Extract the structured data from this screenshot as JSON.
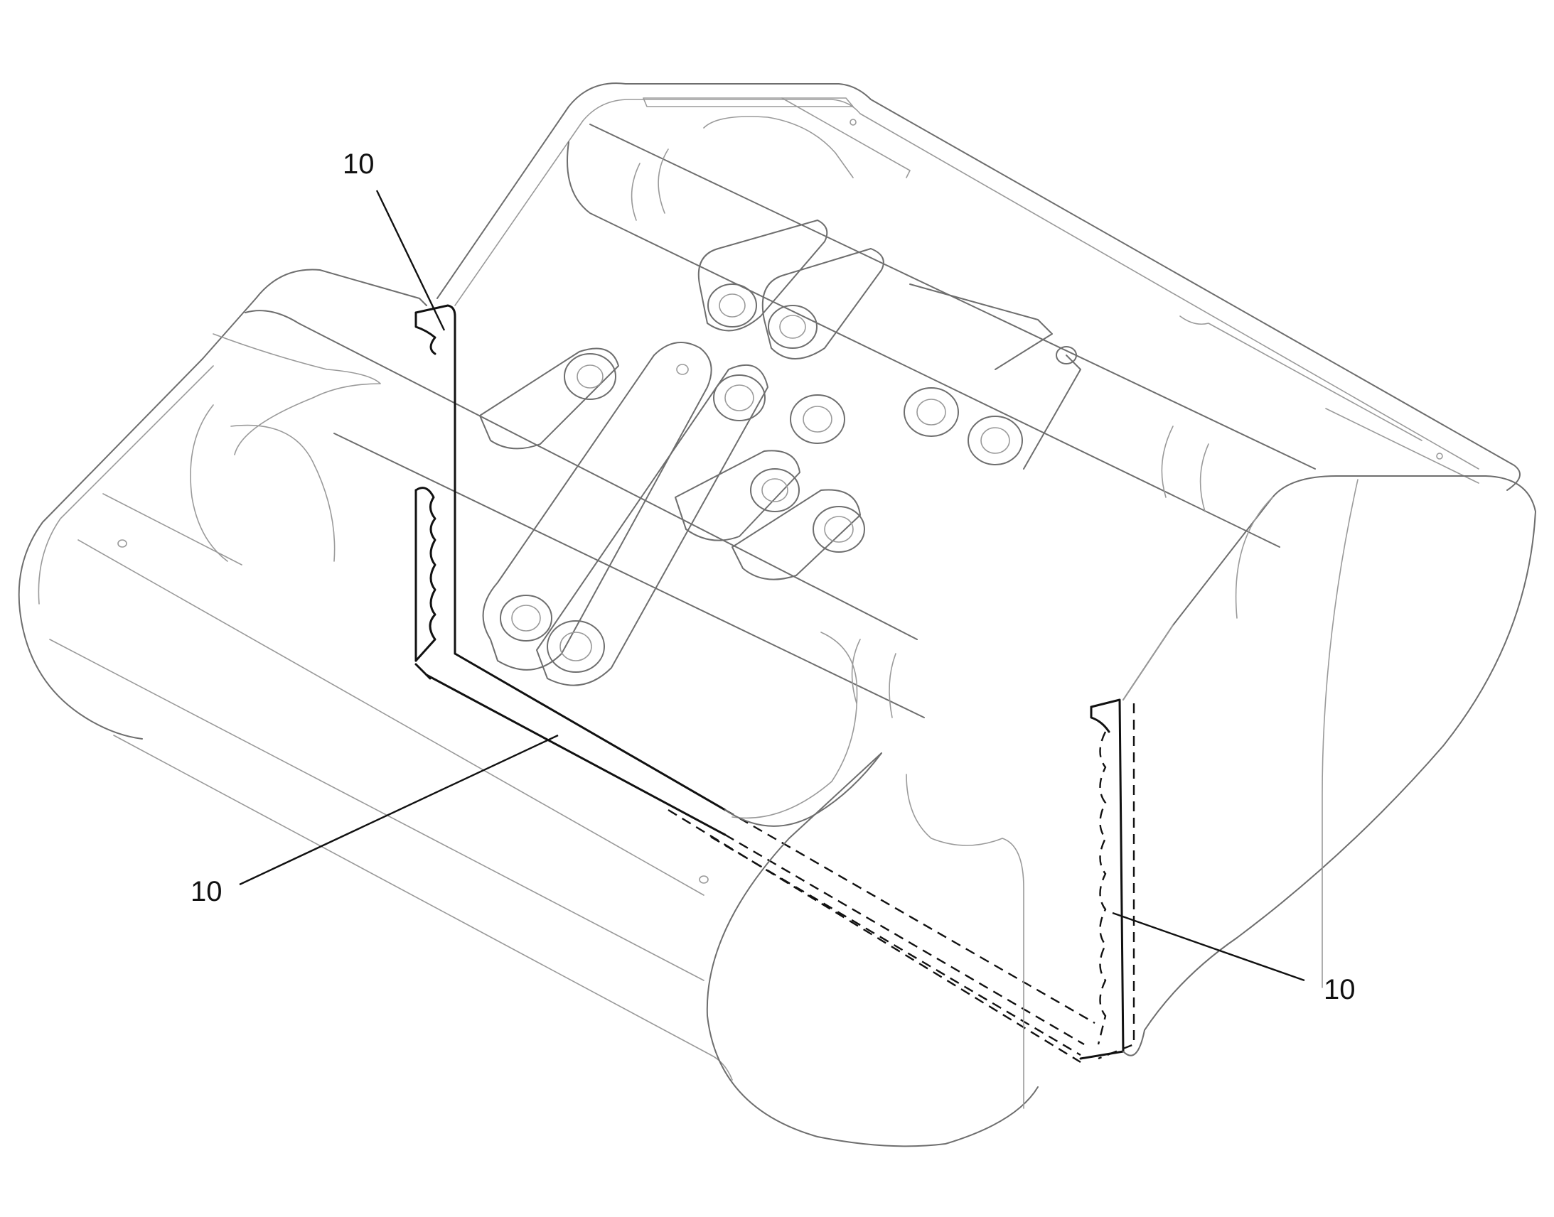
{
  "callouts": [
    {
      "id": "top-left",
      "label": "10"
    },
    {
      "id": "bottom-left",
      "label": "10"
    },
    {
      "id": "right",
      "label": "10"
    }
  ]
}
